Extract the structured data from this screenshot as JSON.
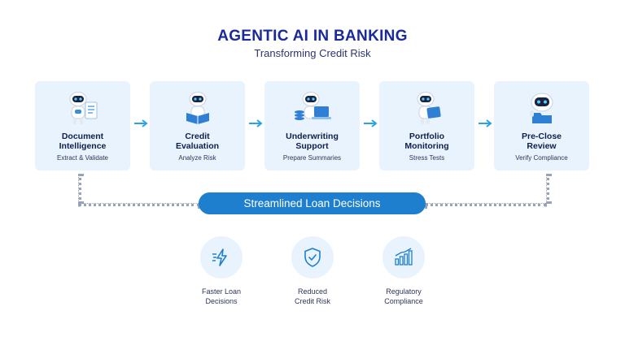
{
  "header": {
    "title": "AGENTIC AI IN BANKING",
    "subtitle": "Transforming Credit Risk"
  },
  "steps": [
    {
      "title_line1": "Document",
      "title_line2": "Intelligence",
      "subtitle": "Extract & Validate",
      "icon": "robot-document-icon"
    },
    {
      "title_line1": "Credit",
      "title_line2": "Evaluation",
      "subtitle": "Analyze Risk",
      "icon": "robot-book-icon"
    },
    {
      "title_line1": "Underwriting",
      "title_line2": "Support",
      "subtitle": "Prepare Summaries",
      "icon": "robot-laptop-icon"
    },
    {
      "title_line1": "Portfolio",
      "title_line2": "Monitoring",
      "subtitle": "Stress Tests",
      "icon": "robot-tablet-icon"
    },
    {
      "title_line1": "Pre-Close",
      "title_line2": "Review",
      "subtitle": "Verify Compliance",
      "icon": "robot-folder-icon"
    }
  ],
  "outcome": {
    "label": "Streamlined Loan Decisions"
  },
  "benefits": [
    {
      "line1": "Faster Loan",
      "line2": "Decisions",
      "icon": "lightning-icon"
    },
    {
      "line1": "Reduced",
      "line2": "Credit Risk",
      "icon": "shield-check-icon"
    },
    {
      "line1": "Regulatory",
      "line2": "Compliance",
      "icon": "bar-chart-icon"
    }
  ],
  "colors": {
    "title": "#1a2a9c",
    "card_bg": "#e8f3fd",
    "accent": "#1e7fcf",
    "arrow": "#29a3e6"
  }
}
